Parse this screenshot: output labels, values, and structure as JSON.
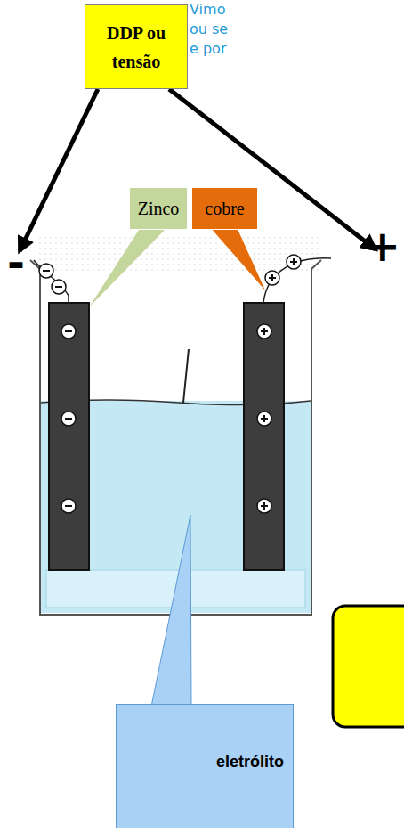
{
  "diagram": {
    "nodes": [
      {
        "text": [
          "DDP ou tensão"
        ]
      },
      {
        "text": [
          "Zinco"
        ]
      },
      {
        "text": [
          "cobre"
        ]
      },
      {
        "text": [
          "eletrólito"
        ]
      }
    ],
    "labels": [
      "Vimo",
      "ou se",
      "e por",
      "-",
      "+"
    ]
  }
}
